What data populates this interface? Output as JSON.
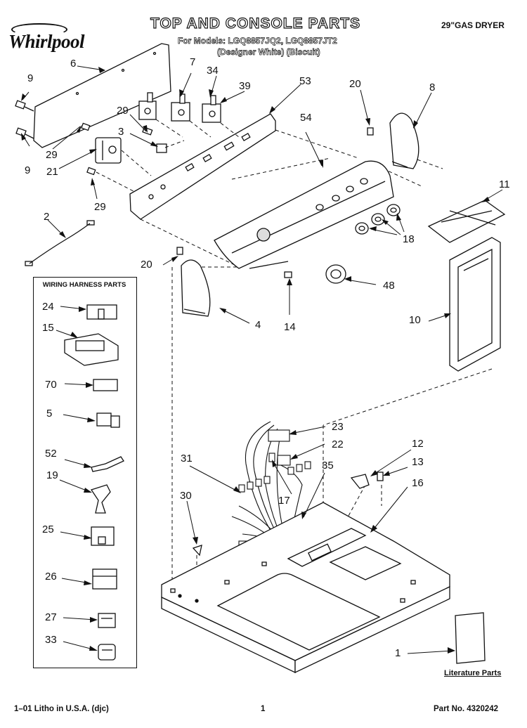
{
  "brand": "Whirlpool",
  "title": "TOP AND CONSOLE PARTS",
  "models_line": "For Models: LGQ8857JQ2, LGQ8857JT2",
  "colors_line": "(Designer White)  (Biscuit)",
  "product": "29\"GAS DRYER",
  "harness_box_title": "WIRING HARNESS PARTS",
  "literature_label": "Literature Parts",
  "footer": {
    "left": "1–01 Litho in U.S.A. (djc)",
    "center": "1",
    "right": "Part No. 4320242"
  },
  "callouts": {
    "c6": "6",
    "c7": "7",
    "c34": "34",
    "c39": "39",
    "c53": "53",
    "c20a": "20",
    "c8": "8",
    "c9a": "9",
    "c9b": "9",
    "c29a": "29",
    "c29b": "29",
    "c29c": "29",
    "c3": "3",
    "c21": "21",
    "c54": "54",
    "c11": "11",
    "c2": "2",
    "c18": "18",
    "c20b": "20",
    "c48": "48",
    "c4": "4",
    "c14": "14",
    "c10": "10",
    "c24": "24",
    "c15": "15",
    "c70": "70",
    "c5": "5",
    "c52": "52",
    "c19": "19",
    "c25": "25",
    "c26": "26",
    "c27": "27",
    "c33": "33",
    "c23": "23",
    "c22": "22",
    "c12": "12",
    "c13": "13",
    "c31": "31",
    "c35": "35",
    "c16": "16",
    "c17": "17",
    "c30": "30",
    "c1": "1"
  },
  "colors": {
    "ink": "#111111",
    "paper": "#ffffff",
    "shade": "#d8d8d8"
  }
}
